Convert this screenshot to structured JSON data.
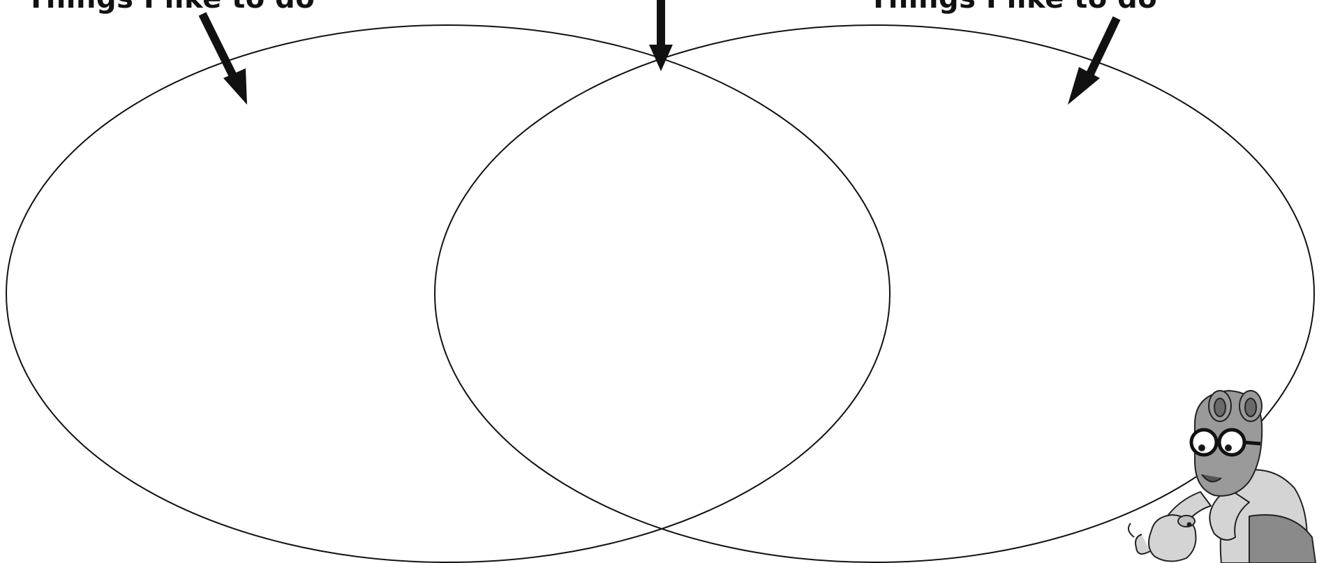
{
  "venn": {
    "left_label": "Things I like to do",
    "right_label": "Things I like to do"
  },
  "illustration": {
    "character": "aardvark-with-puppy-illustration"
  },
  "colors": {
    "ink": "#111111",
    "character_fill": "#9a9a9a",
    "character_light": "#d4d4d4",
    "character_shade": "#6a6a6a"
  }
}
